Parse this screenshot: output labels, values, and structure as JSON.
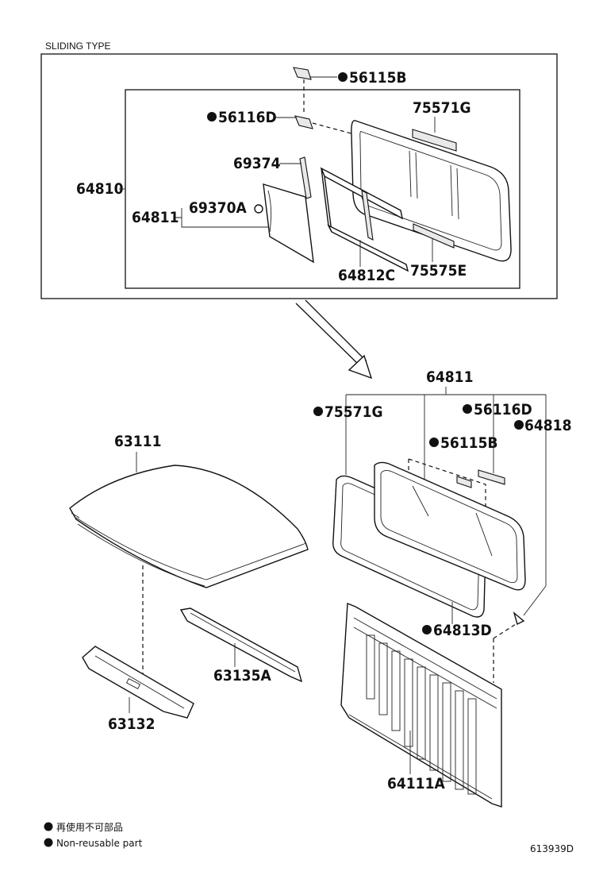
{
  "section_title": "SLIDING TYPE",
  "parts": {
    "p56115B_top": "56115B",
    "p56116D_top": "56116D",
    "p75571G_top": "75571G",
    "p69374": "69374",
    "p64810": "64810",
    "p64811_top": "64811",
    "p69370A": "69370A",
    "p64812C": "64812C",
    "p75575E": "75575E",
    "p64811_main": "64811",
    "p75571G_main": "75571G",
    "p56116D_main": "56116D",
    "p64818": "64818",
    "p56115B_main": "56115B",
    "p63111": "63111",
    "p64813D": "64813D",
    "p63135A": "63135A",
    "p63132": "63132",
    "p64111A": "64111A"
  },
  "legend": {
    "jp": "再使用不可部品",
    "en": "Non-reusable part"
  },
  "diagram_id": "613939D"
}
